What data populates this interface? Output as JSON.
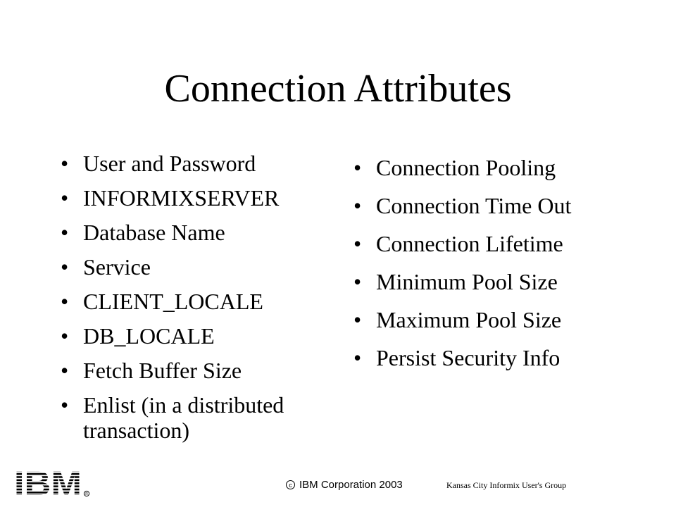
{
  "title": "Connection Attributes",
  "left_bullets": [
    "User and Password",
    "INFORMIXSERVER",
    "Database Name",
    "Service",
    "CLIENT_LOCALE",
    "DB_LOCALE",
    "Fetch Buffer Size",
    "Enlist (in a distributed transaction)"
  ],
  "right_bullets": [
    "Connection Pooling",
    "Connection Time Out",
    "Connection Lifetime",
    "Minimum Pool Size",
    "Maximum Pool Size",
    "Persist Security Info"
  ],
  "footer": {
    "logo_text": "IBM",
    "copyright": "IBM Corporation 2003",
    "group": "Kansas City Informix User's Group"
  },
  "icons": {
    "bullet": "bullet-dot-icon",
    "copyright": "copyright-icon",
    "logo": "ibm-logo-icon"
  },
  "colors": {
    "background": "#ffffff",
    "text": "#000000"
  }
}
